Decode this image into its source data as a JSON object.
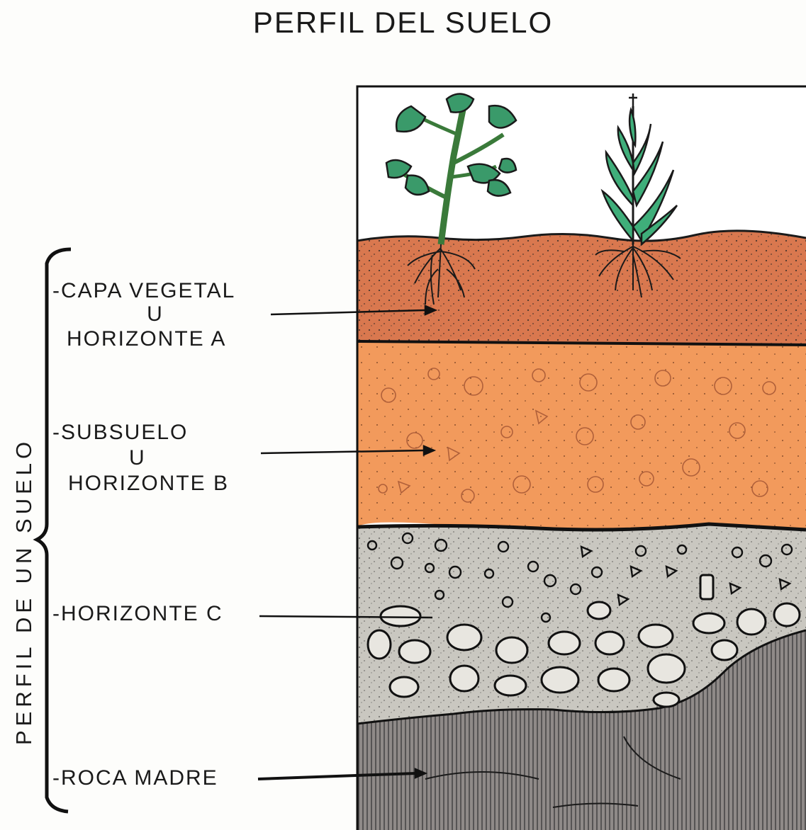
{
  "title": "PERFIL DEL SUELO",
  "bracket_label": "PERFIL DE UN SUELO",
  "layers": [
    {
      "line1": "-CAPA VEGETAL",
      "line2": "U",
      "line3": "HORIZONTE A"
    },
    {
      "line1": "-SUBSUELO",
      "line2": "U",
      "line3": "HORIZONTE B"
    },
    {
      "line1": "-HORIZONTE C"
    },
    {
      "line1": "-ROCA MADRE"
    }
  ],
  "colors": {
    "horizon_a": "#d9784f",
    "horizon_b": "#f29a5c",
    "horizon_c": "#c9c7c0",
    "bedrock": "#8f8a88",
    "sky": "#ffffff",
    "plant": "#3a9a6a"
  }
}
